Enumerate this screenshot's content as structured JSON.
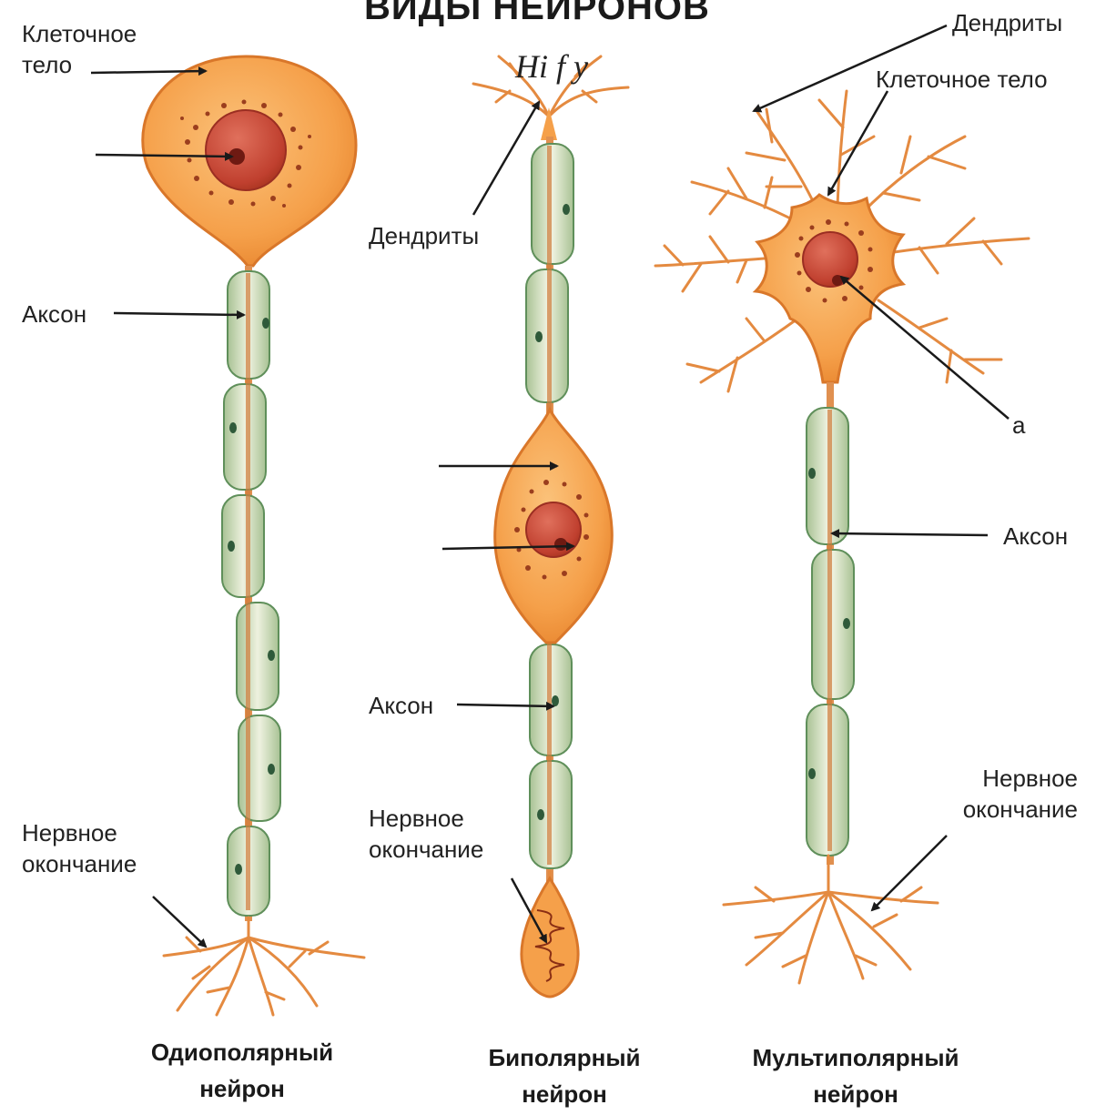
{
  "title": "ВИДЫ НЕЙРОНОВ",
  "handwritten_note": "Hi f y",
  "unipolar": {
    "cell_body_label": "Клеточное\nтело",
    "axon_label": "Аксон",
    "nerve_ending_label": "Нервное\nокончание",
    "caption": "Одиополярный\nнейрон"
  },
  "bipolar": {
    "dendrites_label": "Дендриты",
    "axon_label": "Аксон",
    "nerve_ending_label": "Нервное\nокончание",
    "caption": "Биполярный\nнейрон"
  },
  "multipolar": {
    "dendrites_label": "Дендриты",
    "cell_body_label": "Клеточное тело",
    "axon_label": "Аксон",
    "nerve_ending_label": "Нервное\nокончание",
    "caption": "Мультиполярный\nнейрон",
    "stray_mark": "a"
  },
  "colors": {
    "cell_body": "#f5a04a",
    "cell_body_edge": "#d9772a",
    "nucleus": "#c8463a",
    "nucleolus": "#7a1a14",
    "myelin": "#d9e2c4",
    "myelin_edge": "#5f8f5a",
    "axon_core": "#e09050",
    "branch": "#e48a40"
  }
}
